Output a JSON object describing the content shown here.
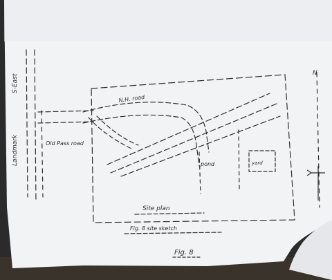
{
  "figure": {
    "caption": "Fig. 8",
    "main_label": "Fig. 8 site sketch"
  },
  "labels": {
    "top_left_vertical": "S-East",
    "left_vertical": "Landmark",
    "upper_road": "N.H. road",
    "lower_left_road": "Old Pass road",
    "pond_area": "pond",
    "yard_label": "yard",
    "bottom_center": "Site plan",
    "right_compass": "N"
  },
  "colors": {
    "ink": "#2e2e2e",
    "paper": "#f3f4f6",
    "background": "#2b2b2b"
  }
}
